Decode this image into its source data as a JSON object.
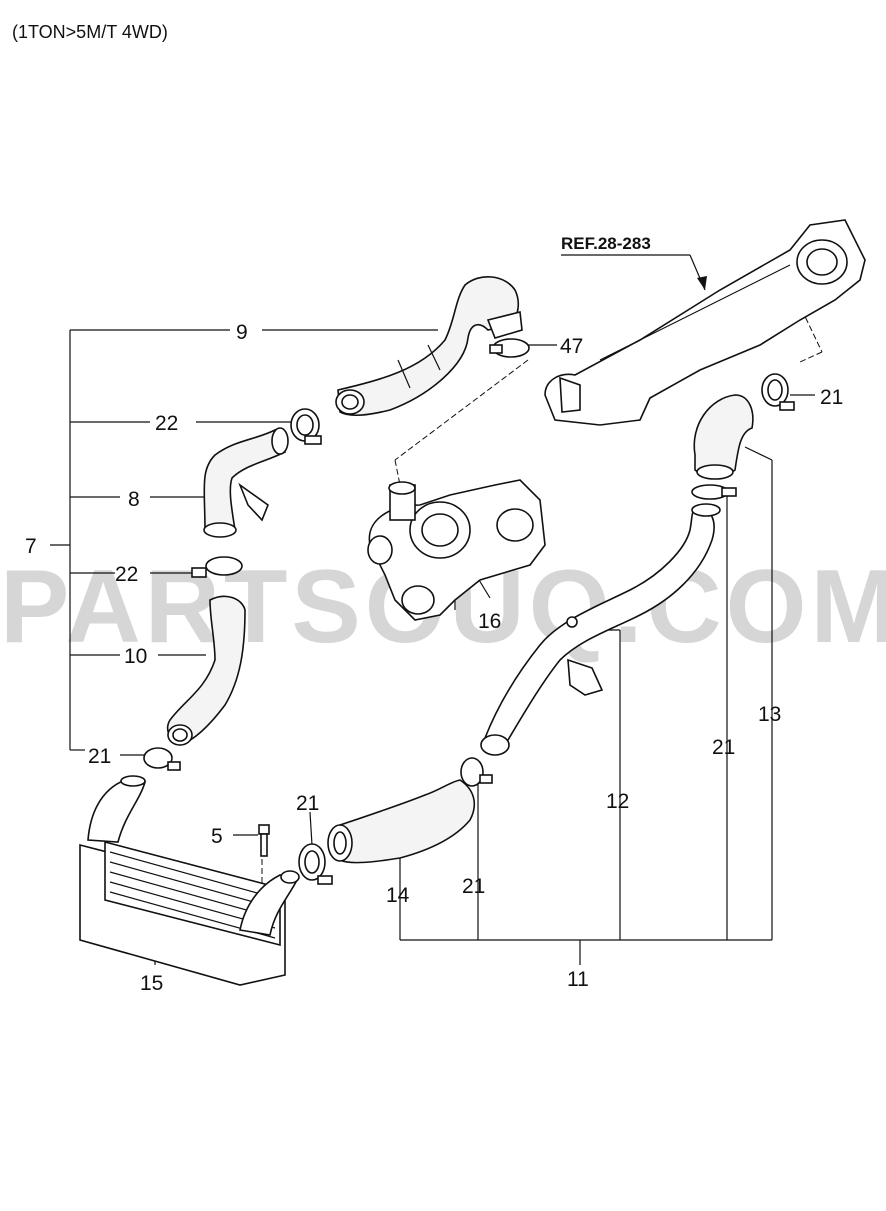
{
  "header": {
    "title": "(1TON>5M/T 4WD)"
  },
  "watermark": "PARTSOUQ.COM",
  "reference": "REF.28-283",
  "callouts": {
    "c7": "7",
    "c9": "9",
    "c47": "47",
    "c22a": "22",
    "c21a": "21",
    "c8": "8",
    "c22b": "22",
    "c16": "16",
    "c10": "10",
    "c21b": "21",
    "c13": "13",
    "c21c": "21",
    "c12": "12",
    "c5": "5",
    "c21d": "21",
    "c14": "14",
    "c21e": "21",
    "c15": "15",
    "c11": "11"
  },
  "colors": {
    "line": "#111111",
    "watermark": "#d6d6d6",
    "background": "#ffffff"
  }
}
